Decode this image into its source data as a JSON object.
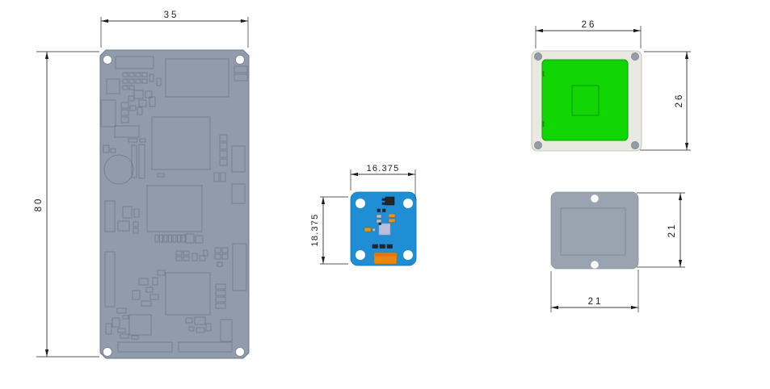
{
  "drawing": {
    "main_board": {
      "width_dim": "35",
      "height_dim": "80",
      "board_color": "#909cab",
      "outline_color": "#6d7988"
    },
    "sensor_board": {
      "width_dim": "16.375",
      "height_dim": "18.375",
      "board_color": "#1f8ed4",
      "connector_color": "#ee8511",
      "connector_top_color": "#e07608",
      "ic_color": "#b9c0dd"
    },
    "led_module": {
      "width_dim": "26",
      "height_dim": "26",
      "body_color": "#e9e9e2",
      "lens_color": "#11d603",
      "pad_color": "#949ca7"
    },
    "back_plate": {
      "width_dim": "21",
      "height_dim": "21",
      "plate_color": "#9aa4b0"
    },
    "dim_style": {
      "line_color": "#3f3f3f",
      "text_color": "#1c1c1c"
    }
  }
}
